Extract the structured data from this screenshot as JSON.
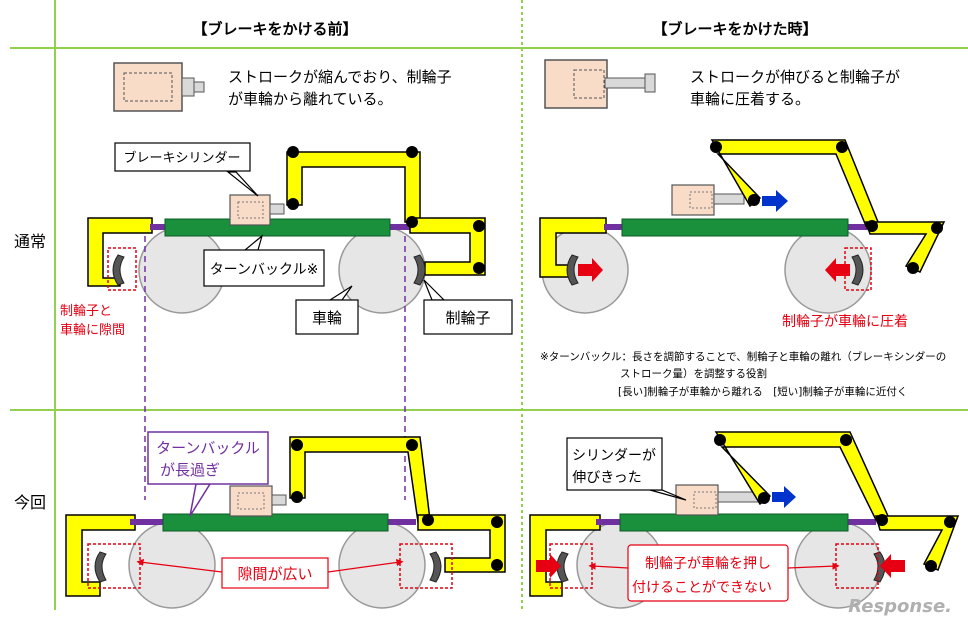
{
  "headers": {
    "before": "【ブレーキをかける前】",
    "after": "【ブレーキをかけた時】"
  },
  "rows": {
    "normal": "通常",
    "current": "今回"
  },
  "descriptions": {
    "before_line1": "ストロークが縮んでおり、制輪子",
    "before_line2": "が車輪から離れている。",
    "after_line1": "ストロークが伸びると制輪子が",
    "after_line2": "車輪に圧着する。"
  },
  "callouts": {
    "brake_cylinder": "ブレーキシリンダー",
    "turnbuckle": "ターンバックル※",
    "wheel": "車輪",
    "brake_shoe": "制輪子",
    "turnbuckle_too_long_1": "ターンバックル",
    "turnbuckle_too_long_2": "が長過ぎ",
    "cylinder_extended_1": "シリンダーが",
    "cylinder_extended_2": "伸びきった"
  },
  "red_labels": {
    "gap_1": "制輪子と",
    "gap_2": "車輪に隙間",
    "pressed": "制輪子が車輪に圧着",
    "wide_gap": "隙間が広い",
    "cannot_press_1": "制輪子が車輪を押し",
    "cannot_press_2": "付けることができない"
  },
  "notes": {
    "line1": "※ターンバックル：長さを調節することで、制輪子と車輪の離れ（ブレーキシンダーの",
    "line2": "ストローク量）を調整する役割",
    "line3": "[長い]制輪子が車輪から離れる　[短い]制輪子が車輪に近付く"
  },
  "watermark": "Response.",
  "colors": {
    "divider": "#92d050",
    "lever": "#ffff00",
    "beam": "#1a8f3c",
    "rod": "#7030a0",
    "wheel": "#e6e6e6",
    "red": "#e60012",
    "blue": "#0033cc",
    "cylinder": "#f8dcc8",
    "callout_purple": "#7030a0"
  }
}
